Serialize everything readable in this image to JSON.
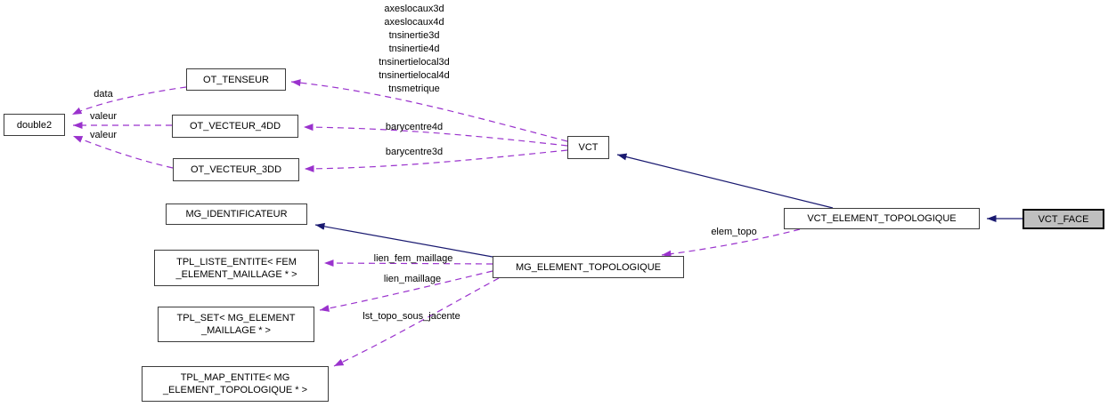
{
  "colors": {
    "edge-usage": "#9a32cd",
    "edge-inheritance": "#191970",
    "node-border": "#3c3c3c",
    "node-fill": "#ffffff",
    "selected-node-fill": "#bfbfbf",
    "background": "#ffffff",
    "text": "#000000"
  },
  "nodes": {
    "double2": {
      "label": "double2"
    },
    "ot_tenseur": {
      "label": "OT_TENSEUR"
    },
    "ot_vecteur_4dd": {
      "label": "OT_VECTEUR_4DD"
    },
    "ot_vecteur_3dd": {
      "label": "OT_VECTEUR_3DD"
    },
    "vct": {
      "label": "VCT"
    },
    "mg_identificateur": {
      "label": "MG_IDENTIFICATEUR"
    },
    "tpl_liste_entite": {
      "label": "TPL_LISTE_ENTITE< FEM\n_ELEMENT_MAILLAGE * >"
    },
    "tpl_set": {
      "label": "TPL_SET< MG_ELEMENT\n_MAILLAGE * >"
    },
    "tpl_map_entite": {
      "label": "TPL_MAP_ENTITE< MG\n_ELEMENT_TOPOLOGIQUE * >"
    },
    "mg_element_topologique": {
      "label": "MG_ELEMENT_TOPOLOGIQUE"
    },
    "vct_element_topologique": {
      "label": "VCT_ELEMENT_TOPOLOGIQUE"
    },
    "vct_face": {
      "label": "VCT_FACE"
    }
  },
  "edge_labels": {
    "data": "data",
    "valeur_4dd": "valeur",
    "valeur_3dd": "valeur",
    "vct_tenseur_fields": "axeslocaux3d\naxeslocaux4d\ntnsinertie3d\ntnsinertie4d\ntnsinertielocal3d\ntnsinertielocal4d\ntnsmetrique",
    "barycentre4d": "barycentre4d",
    "barycentre3d": "barycentre3d",
    "lien_fem_maillage": "lien_fem_maillage",
    "lien_maillage": "lien_maillage",
    "lst_topo_sous_jacente": "lst_topo_sous_jacente",
    "elem_topo": "elem_topo"
  }
}
